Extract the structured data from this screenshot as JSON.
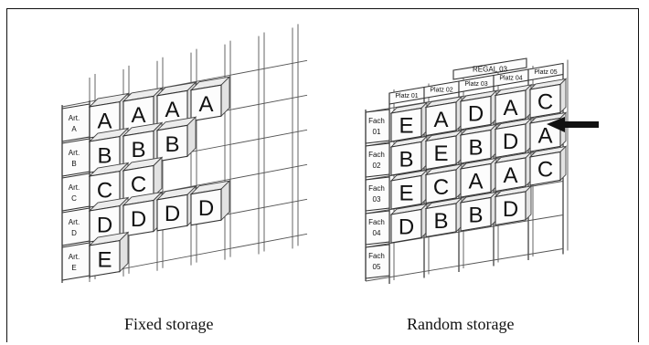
{
  "captions": {
    "fixed": "Fixed storage",
    "random": "Random storage"
  },
  "fixed_storage": {
    "row_labels": [
      [
        "Art.",
        "A"
      ],
      [
        "Art.",
        "B"
      ],
      [
        "Art.",
        "C"
      ],
      [
        "Art.",
        "D"
      ],
      [
        "Art.",
        "E"
      ]
    ],
    "grid": [
      [
        "A",
        "A",
        "A",
        "A"
      ],
      [
        "B",
        "B",
        "B",
        ""
      ],
      [
        "C",
        "C",
        "",
        ""
      ],
      [
        "D",
        "D",
        "D",
        "D"
      ],
      [
        "E",
        "",
        "",
        ""
      ]
    ]
  },
  "random_storage": {
    "header": "REGAL 03",
    "column_labels": [
      "Platz 01",
      "Platz 02",
      "Platz 03",
      "Platz 04",
      "Platz 05"
    ],
    "row_labels": [
      [
        "Fach",
        "01"
      ],
      [
        "Fach",
        "02"
      ],
      [
        "Fach",
        "03"
      ],
      [
        "Fach",
        "04"
      ],
      [
        "Fach",
        "05"
      ]
    ],
    "grid": [
      [
        "E",
        "A",
        "D",
        "A",
        "C"
      ],
      [
        "B",
        "E",
        "B",
        "D",
        "A"
      ],
      [
        "E",
        "C",
        "A",
        "A",
        "C"
      ],
      [
        "D",
        "B",
        "B",
        "D",
        ""
      ],
      [
        "",
        "",
        "",
        "",
        ""
      ]
    ]
  }
}
